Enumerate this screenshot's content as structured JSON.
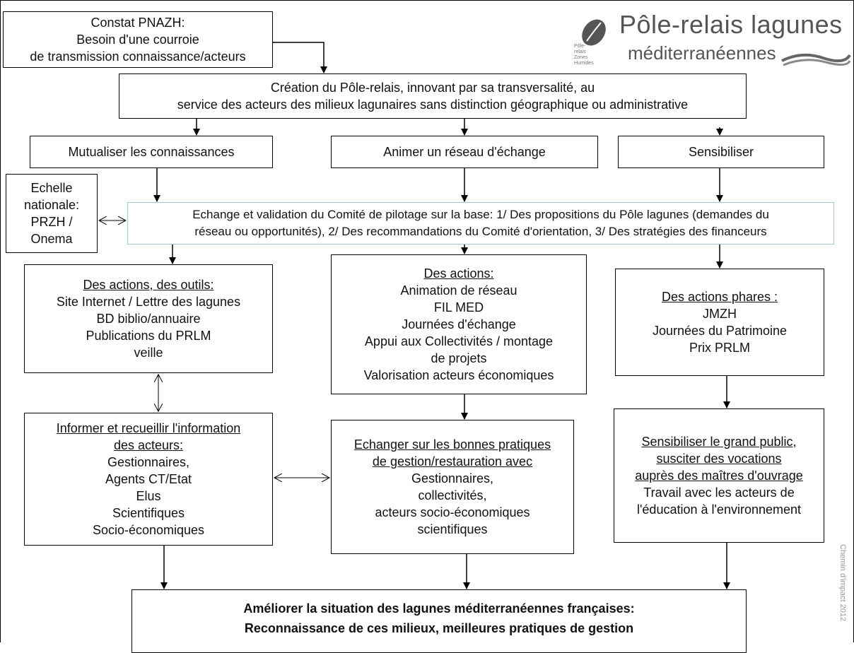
{
  "logo": {
    "line1": "Pôle-relais lagunes",
    "line2": "méditerranéennes",
    "small": [
      "Pôle-relais",
      "Zones",
      "Humides"
    ]
  },
  "constat": [
    "Constat PNAZH:",
    "Besoin d'une courroie",
    "de transmission connaissance/acteurs"
  ],
  "creation": [
    "Création du Pôle-relais, innovant par sa transversalité, au",
    "service des acteurs des milieux lagunaires sans distinction géographique ou administrative"
  ],
  "axes": {
    "left": "Mutualiser les connaissances",
    "center": "Animer un réseau d'échange",
    "right": "Sensibiliser"
  },
  "echelle": [
    "Echelle",
    "nationale:",
    "PRZH /",
    "Onema"
  ],
  "comite": [
    "Echange et validation du Comité de pilotage sur la base: 1/ Des propositions du Pôle lagunes (demandes du",
    "réseau ou opportunités), 2/ Des recommandations du Comité d'orientation, 3/ Des stratégies des financeurs"
  ],
  "actions_outils": {
    "title": "Des actions, des outils:",
    "items": [
      "Site Internet / Lettre des lagunes",
      "BD biblio/annuaire",
      "Publications du PRLM",
      "veille"
    ]
  },
  "actions": {
    "title": "Des actions:",
    "items": [
      "Animation de réseau",
      "FIL MED",
      "Journées d'échange",
      "Appui aux Collectivités / montage",
      "de projets",
      "Valorisation acteurs économiques"
    ]
  },
  "actions_phares": {
    "title": "Des actions phares :",
    "items": [
      "JMZH",
      "Journées du Patrimoine",
      "Prix PRLM"
    ]
  },
  "informer": {
    "title_lines": [
      "Informer et recueillir l'information",
      "des acteurs:"
    ],
    "items": [
      "Gestionnaires,",
      "Agents CT/Etat",
      "Elus",
      "Scientifiques",
      "Socio-économiques"
    ]
  },
  "echanger": {
    "title_lines": [
      "Echanger sur les bonnes pratiques",
      "de gestion/restauration avec"
    ],
    "items": [
      "Gestionnaires,",
      "collectivités,",
      "acteurs socio-économiques",
      "scientifiques"
    ]
  },
  "sensibiliser_pub": {
    "title_lines": [
      "Sensibiliser le grand public,",
      "susciter des vocations",
      "auprès des maîtres d'ouvrage"
    ],
    "items": [
      "Travail avec les acteurs de",
      "l'éducation à l'environnement"
    ]
  },
  "final": [
    "Améliorer la situation des lagunes méditerranéennes françaises:",
    "Reconnaissance de ces milieux, meilleures pratiques de gestion"
  ],
  "credit": "Chemin d'impact 2012"
}
